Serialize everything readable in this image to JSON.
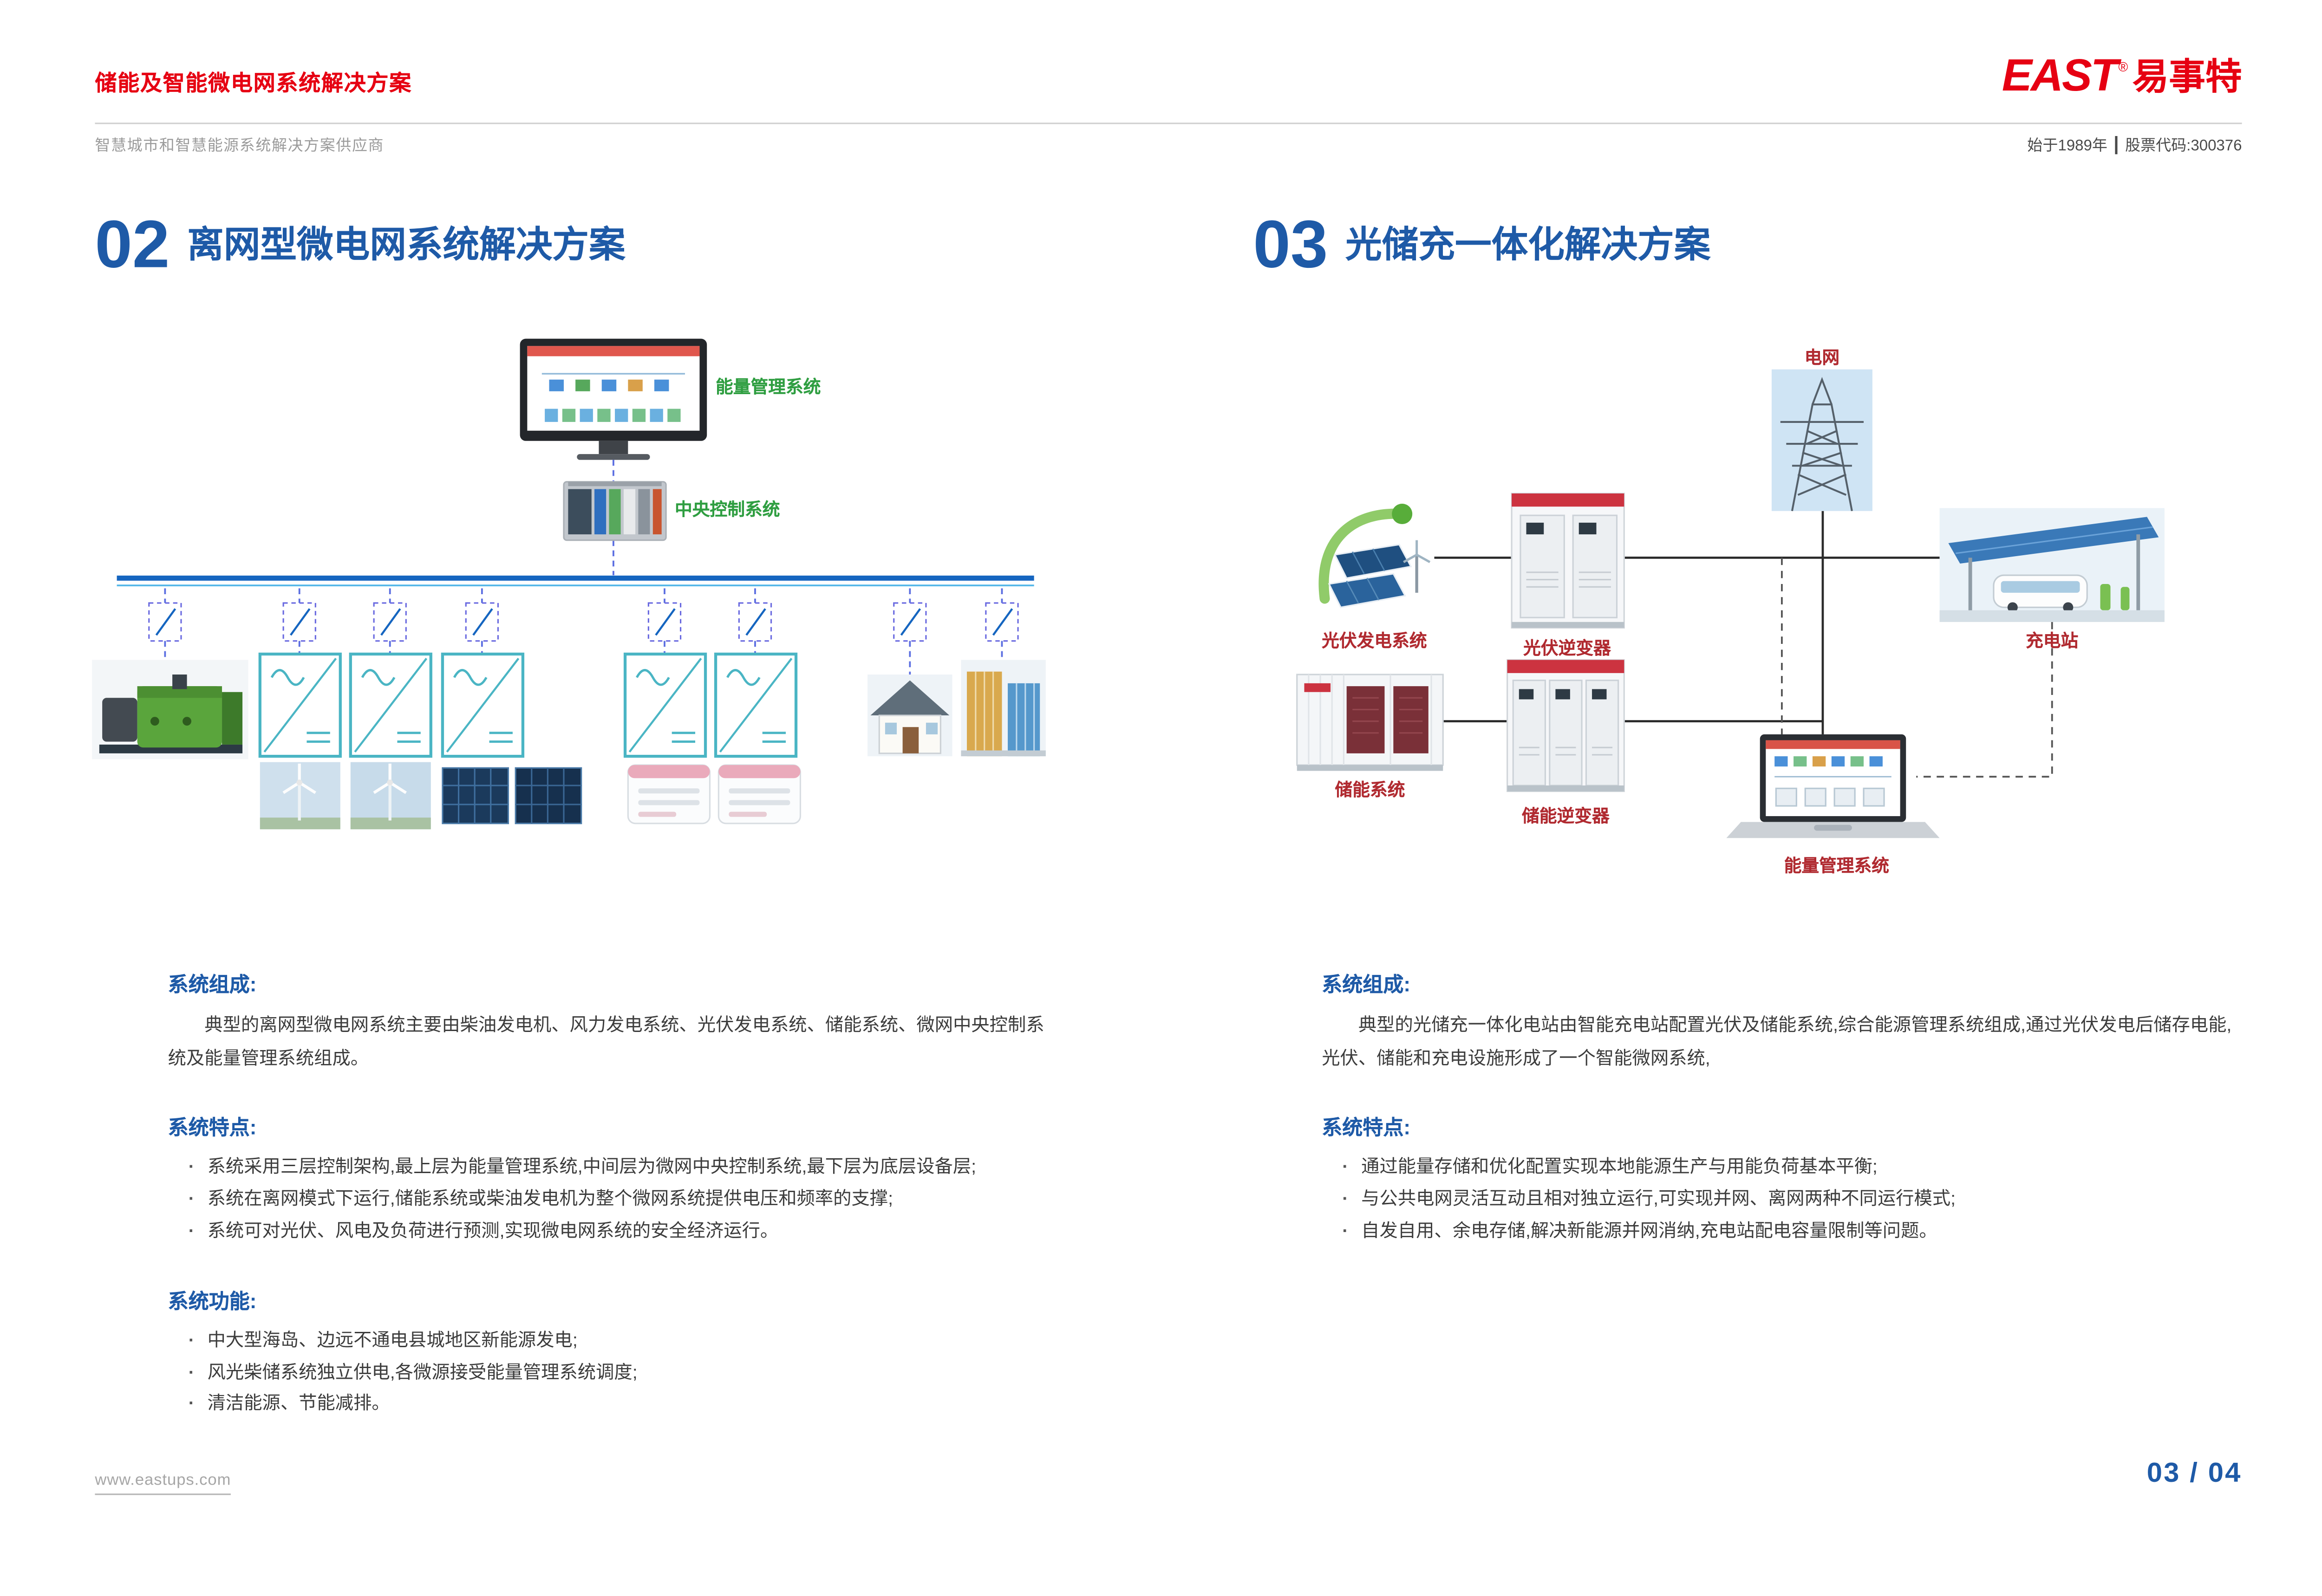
{
  "header": {
    "title": "储能及智能微电网系统解决方案",
    "subtitle": "智慧城市和智慧能源系统解决方案供应商",
    "logo_text": "EAST",
    "logo_reg": "®",
    "logo_cn": "易事特",
    "tagline": "始于1989年 ┃ 股票代码:300376",
    "accent_red": "#e60012",
    "accent_blue": "#1e5aa7"
  },
  "left_section": {
    "number": "02",
    "title": "离网型微电网系统解决方案",
    "diagram": {
      "ems_label": "能量管理系统",
      "ccs_label": "中央控制系统"
    },
    "composition_heading": "系统组成:",
    "composition_text": "典型的离网型微电网系统主要由柴油发电机、风力发电系统、光伏发电系统、储能系统、微网中央控制系统及能量管理系统组成。",
    "features_heading": "系统特点:",
    "features": [
      "系统采用三层控制架构,最上层为能量管理系统,中间层为微网中央控制系统,最下层为底层设备层;",
      "系统在离网模式下运行,储能系统或柴油发电机为整个微网系统提供电压和频率的支撑;",
      "系统可对光伏、风电及负荷进行预测,实现微电网系统的安全经济运行。"
    ],
    "functions_heading": "系统功能:",
    "functions": [
      "中大型海岛、边远不通电县城地区新能源发电;",
      "风光柴储系统独立供电,各微源接受能量管理系统调度;",
      "清洁能源、节能减排。"
    ]
  },
  "right_section": {
    "number": "03",
    "title": "光储充一体化解决方案",
    "diagram": {
      "grid_label": "电网",
      "pv_label": "光伏发电系统",
      "pv_inverter_label": "光伏逆变器",
      "charging_label": "充电站",
      "storage_label": "储能系统",
      "storage_inverter_label": "储能逆变器",
      "ems_label": "能量管理系统"
    },
    "composition_heading": "系统组成:",
    "composition_text": "典型的光储充一体化电站由智能充电站配置光伏及储能系统,综合能源管理系统组成,通过光伏发电后储存电能,光伏、储能和充电设施形成了一个智能微网系统,",
    "features_heading": "系统特点:",
    "features": [
      "通过能量存储和优化配置实现本地能源生产与用能负荷基本平衡;",
      "与公共电网灵活互动且相对独立运行,可实现并网、离网两种不同运行模式;",
      "自发自用、余电存储,解决新能源并网消纳,充电站配电容量限制等问题。"
    ]
  },
  "footer": {
    "url": "www.eastups.com",
    "page_label": "03 / 04"
  }
}
